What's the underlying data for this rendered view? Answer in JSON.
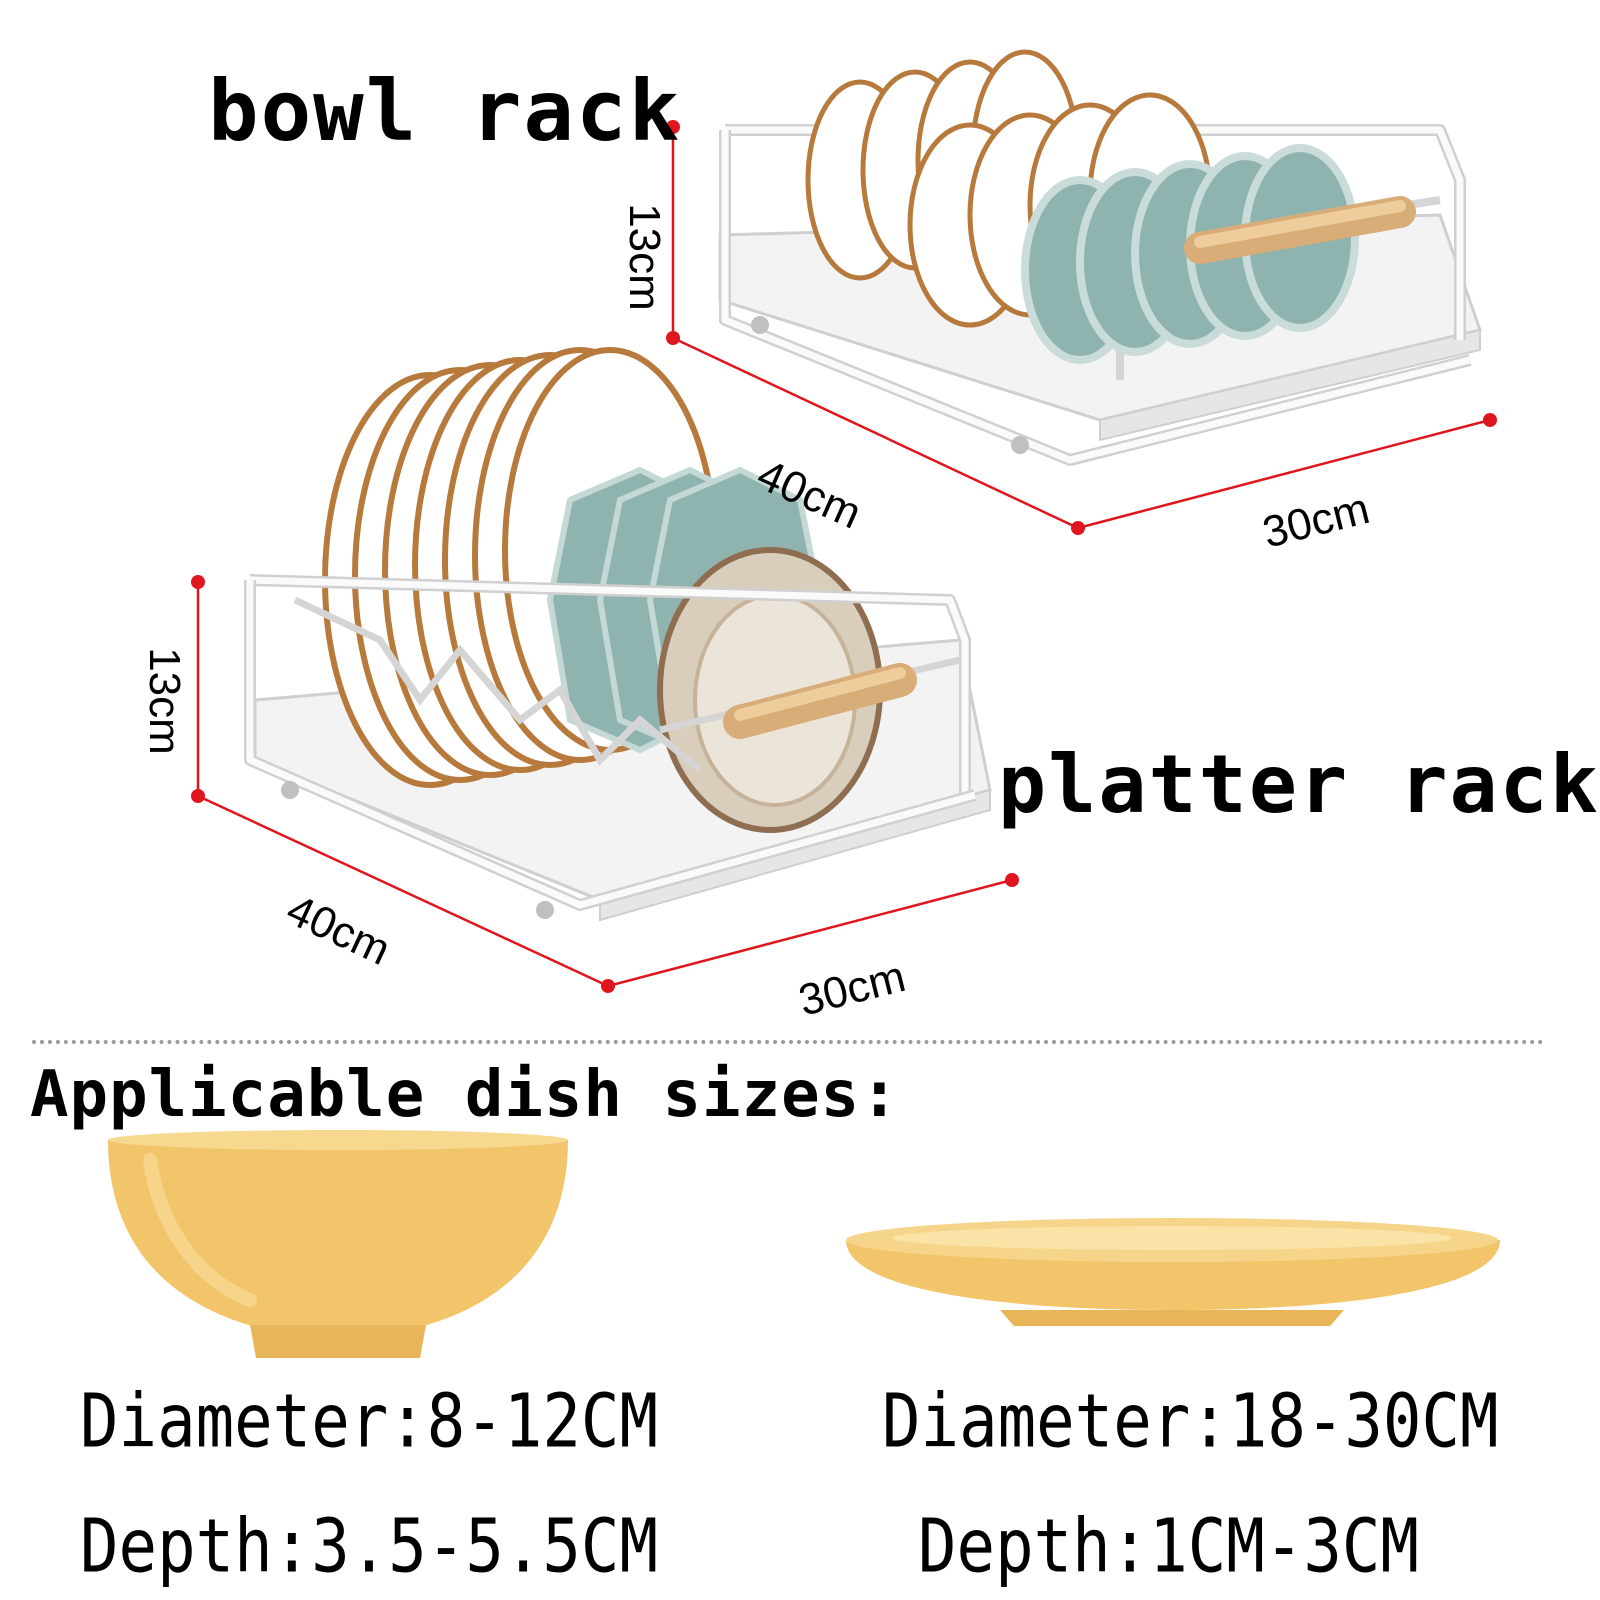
{
  "bowl_rack": {
    "title": "bowl rack",
    "height_label": "13cm",
    "depth_label": "40cm",
    "width_label": "30cm"
  },
  "platter_rack": {
    "title": "platter rack",
    "height_label": "13cm",
    "depth_label": "40cm",
    "width_label": "30cm"
  },
  "sizes": {
    "heading": "Applicable dish sizes:",
    "bowl": {
      "diameter": "Diameter:8-12CM",
      "depth": "Depth:3.5-5.5CM"
    },
    "plate": {
      "diameter": "Diameter:18-30CM",
      "depth": "Depth:1CM-3CM"
    }
  },
  "colors": {
    "dimension_line": "#e0161e",
    "rack_wire": "#f4f4f4",
    "rack_outline": "#c9c9c9",
    "plate_rim": "#b77a3c",
    "teal_dish": "#8fb3ae",
    "wood_handle": "#e6c08f",
    "yellow_dish": "#f2c56b"
  }
}
